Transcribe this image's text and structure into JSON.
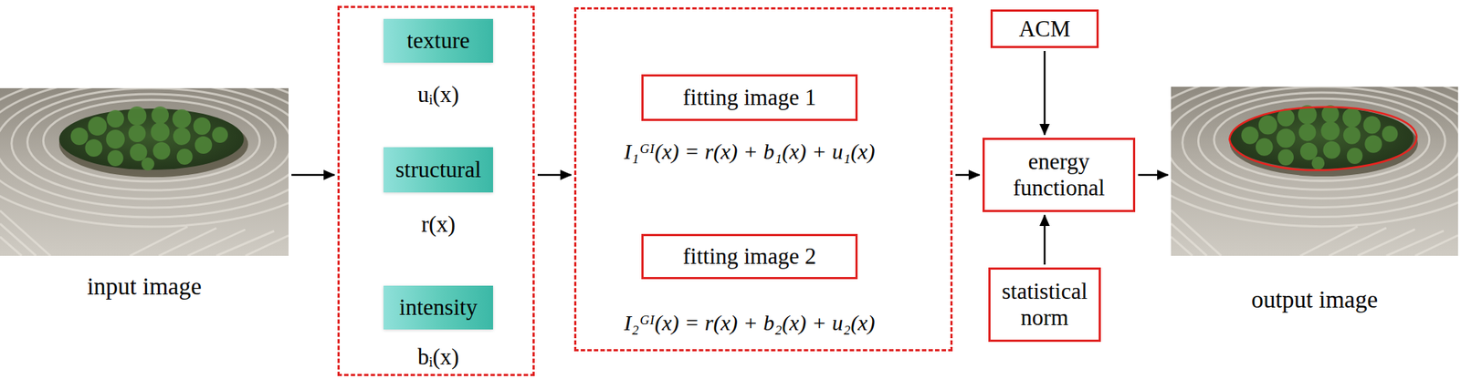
{
  "diagram": {
    "nodes": [
      {
        "text": [
          "input image"
        ]
      },
      {
        "text": []
      },
      {
        "text": [
          "texture",
          "uᵢ(x)"
        ],
        "in": 1
      },
      {
        "text": [
          "structural",
          "r(x)"
        ],
        "in": 1
      },
      {
        "text": [
          "intensity",
          "bᵢ(x)"
        ],
        "in": 1
      },
      {
        "text": []
      },
      {
        "text": [
          "fitting image 1",
          "I₁ᴳᴵ(x) = r(x) + b₁(x) + u₁(x)"
        ],
        "in": 5
      },
      {
        "text": [
          "fitting image 2",
          "I₂ᴳᴵ(x) = r(x) + b₂(x) + u₂(x)"
        ],
        "in": 5
      },
      {
        "text": [
          "ACM"
        ]
      },
      {
        "text": [
          "energy functional"
        ]
      },
      {
        "text": [
          "statistical norm"
        ]
      },
      {
        "text": [
          "output image"
        ]
      }
    ],
    "edges": [
      {
        "from": 0,
        "to": 1,
        "arrow": "to"
      },
      {
        "from": 1,
        "to": 5,
        "arrow": "to"
      },
      {
        "from": 5,
        "to": 9,
        "arrow": "to"
      },
      {
        "from": 8,
        "to": 9,
        "arrow": "to"
      },
      {
        "from": 10,
        "to": 9,
        "arrow": "to"
      },
      {
        "from": 9,
        "to": 11,
        "arrow": "to"
      }
    ]
  }
}
